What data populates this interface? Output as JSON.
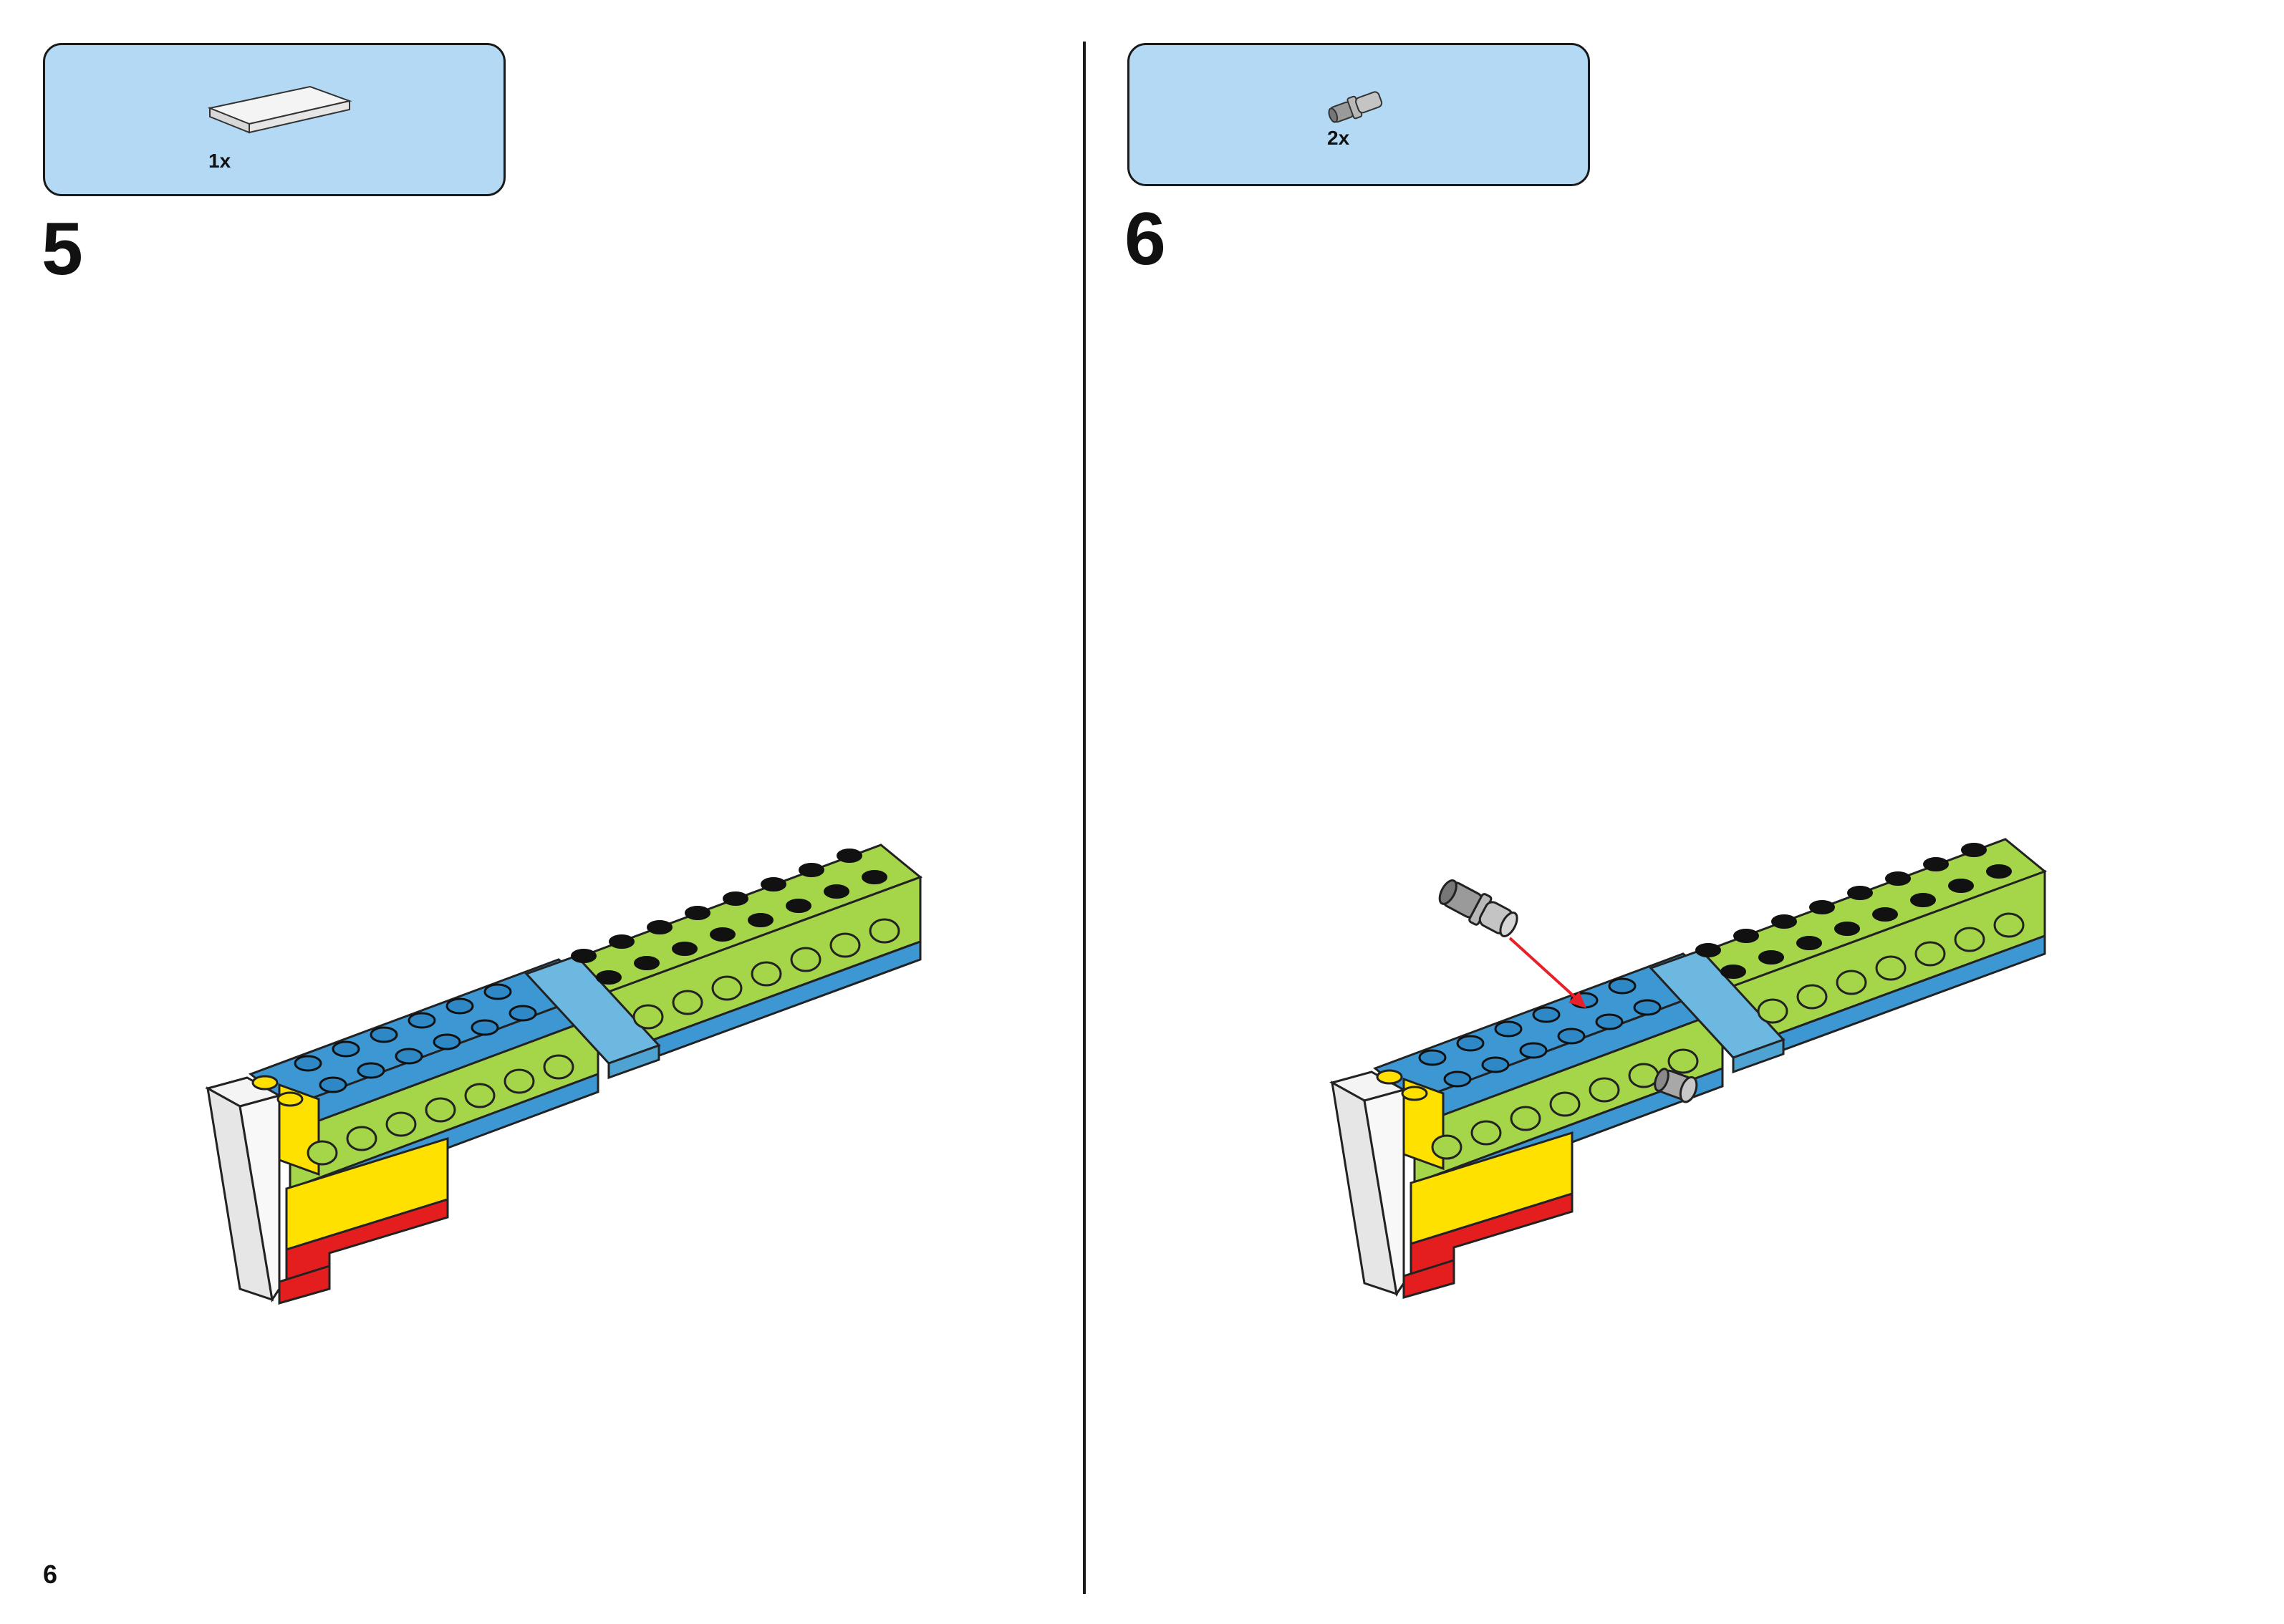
{
  "page": {
    "number": "6"
  },
  "steps": [
    {
      "number": "5",
      "parts": [
        {
          "icon": "white-flat-tile-icon",
          "quantity": "1x"
        }
      ]
    },
    {
      "number": "6",
      "parts": [
        {
          "icon": "grey-connector-peg-icon",
          "quantity": "2x"
        }
      ]
    }
  ],
  "colors": {
    "callout_bg": "#b4d9f4",
    "lime": "#a5d64a",
    "medium_azure": "#3d97d3",
    "light_azure": "#6db8e0",
    "yellow": "#ffe100",
    "red": "#e41e1e",
    "white": "#f2f2f2",
    "grey": "#a8a8a8",
    "arrow": "#e8202a"
  }
}
